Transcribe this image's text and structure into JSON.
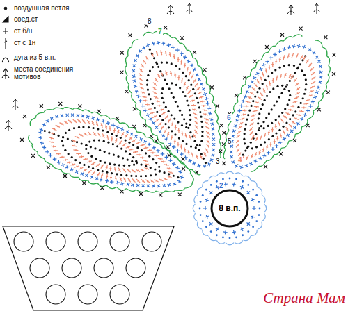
{
  "diagram": {
    "nodes": [
      {
        "text": [
          "8 в.п."
        ]
      }
    ],
    "labels": [
      "8",
      "7",
      "6",
      "5",
      "4",
      "3",
      "2",
      "Страна Мам"
    ],
    "legend": [
      {
        "text": "воздушная петля"
      },
      {
        "text": "соед.ст"
      },
      {
        "text": "ст б/н"
      },
      {
        "text": "ст с 1н"
      },
      {
        "text": "дуга из 5 в.п."
      },
      {
        "text": "места соединения мотивов"
      }
    ]
  }
}
